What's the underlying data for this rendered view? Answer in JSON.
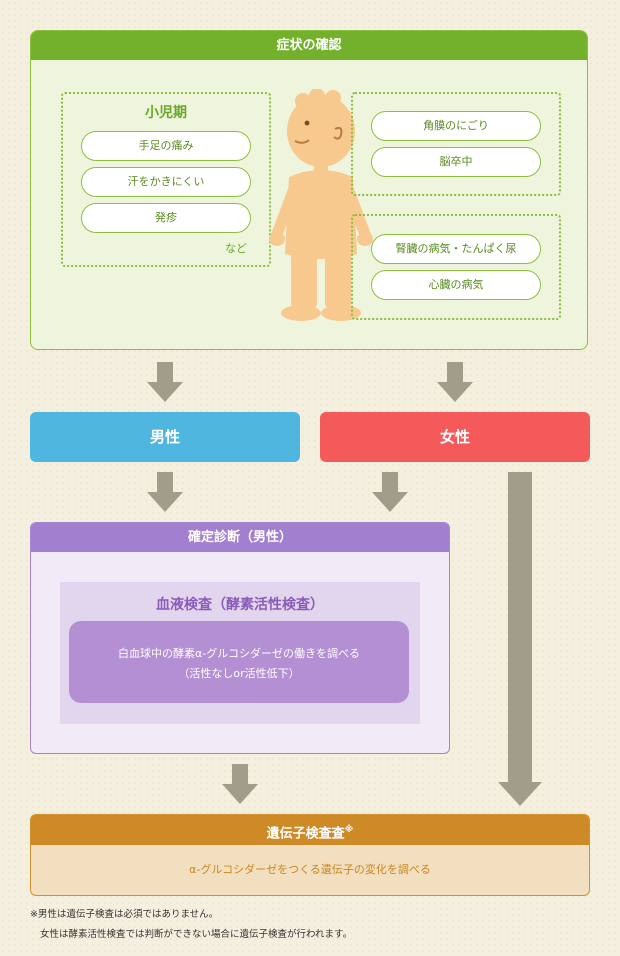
{
  "symptoms": {
    "title": "症状の確認",
    "childhood": {
      "title": "小児期",
      "items": [
        "手足の痛み",
        "汗をかきにくい",
        "発疹"
      ],
      "etc": "など"
    },
    "eye_brain": [
      "角膜のにごり",
      "脳卒中"
    ],
    "organ": [
      "腎臓の病気・たんぱく尿",
      "心臓の病気"
    ]
  },
  "male": "男性",
  "female": "女性",
  "diagnosis": {
    "title": "確定診断（男性）",
    "blood_test_title": "血液検査（酵素活性検査）",
    "blood_test_desc_line1": "白血球中の酵素α-グルコシダーゼの働きを調べる",
    "blood_test_desc_line2": "（活性なしor活性低下）"
  },
  "gene": {
    "title": "遺伝子検査査",
    "mark": "※",
    "desc": "α-グルコシダーゼをつくる遺伝子の変化を調べる"
  },
  "footnote": {
    "line1": "※男性は遺伝子検査は必須ではありません。",
    "line2": "女性は酵素活性検査では判断ができない場合に遺伝子検査が行われます。"
  },
  "colors": {
    "green": "#73b12d",
    "blue": "#4fb6e0",
    "red": "#f55a5a",
    "purple": "#a27fcf",
    "orange": "#cf8a28",
    "arrow": "#a19d8a",
    "figure": "#f8c98e"
  }
}
